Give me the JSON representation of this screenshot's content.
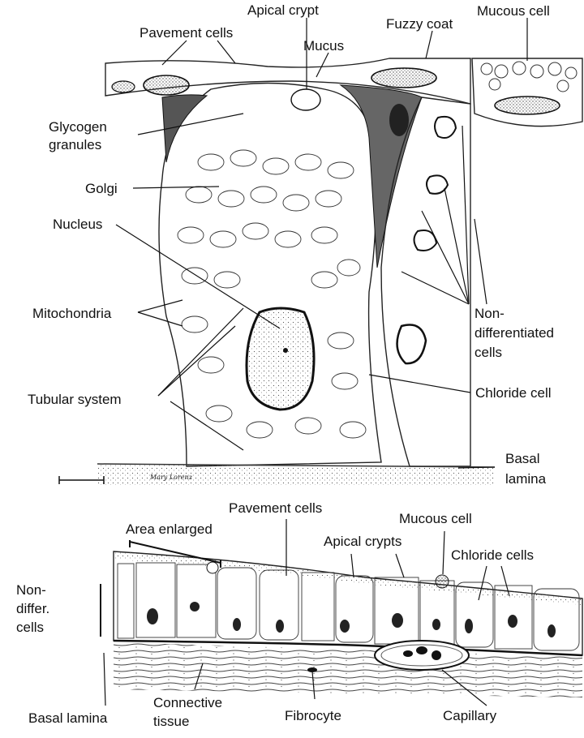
{
  "top_figure": {
    "labels": {
      "apical_crypt": "Apical crypt",
      "pavement_cells": "Pavement cells",
      "mucus": "Mucus",
      "fuzzy_coat": "Fuzzy coat",
      "mucous_cell": "Mucous cell",
      "glycogen_line1": "Glycogen",
      "glycogen_line2": "granules",
      "golgi": "Golgi",
      "nucleus": "Nucleus",
      "mitochondria": "Mitochondria",
      "tubular_system": "Tubular system",
      "nondiff_line1": "Non-",
      "nondiff_line2": "differentiated",
      "nondiff_line3": "cells",
      "chloride_cell": "Chloride cell",
      "basal_line1": "Basal",
      "basal_line2": "lamina"
    },
    "signature": "Mary Lorenz"
  },
  "bottom_figure": {
    "labels": {
      "pavement_cells": "Pavement cells",
      "area_enlarged": "Area enlarged",
      "mucous_cell": "Mucous cell",
      "apical_crypts": "Apical crypts",
      "chloride_cells": "Chloride cells",
      "nondiffer_line1": "Non-",
      "nondiffer_line2": "differ.",
      "nondiffer_line3": "cells",
      "basal_lamina": "Basal lamina",
      "connective_line1": "Connective",
      "connective_line2": "tissue",
      "fibrocyte": "Fibrocyte",
      "capillary": "Capillary"
    }
  }
}
